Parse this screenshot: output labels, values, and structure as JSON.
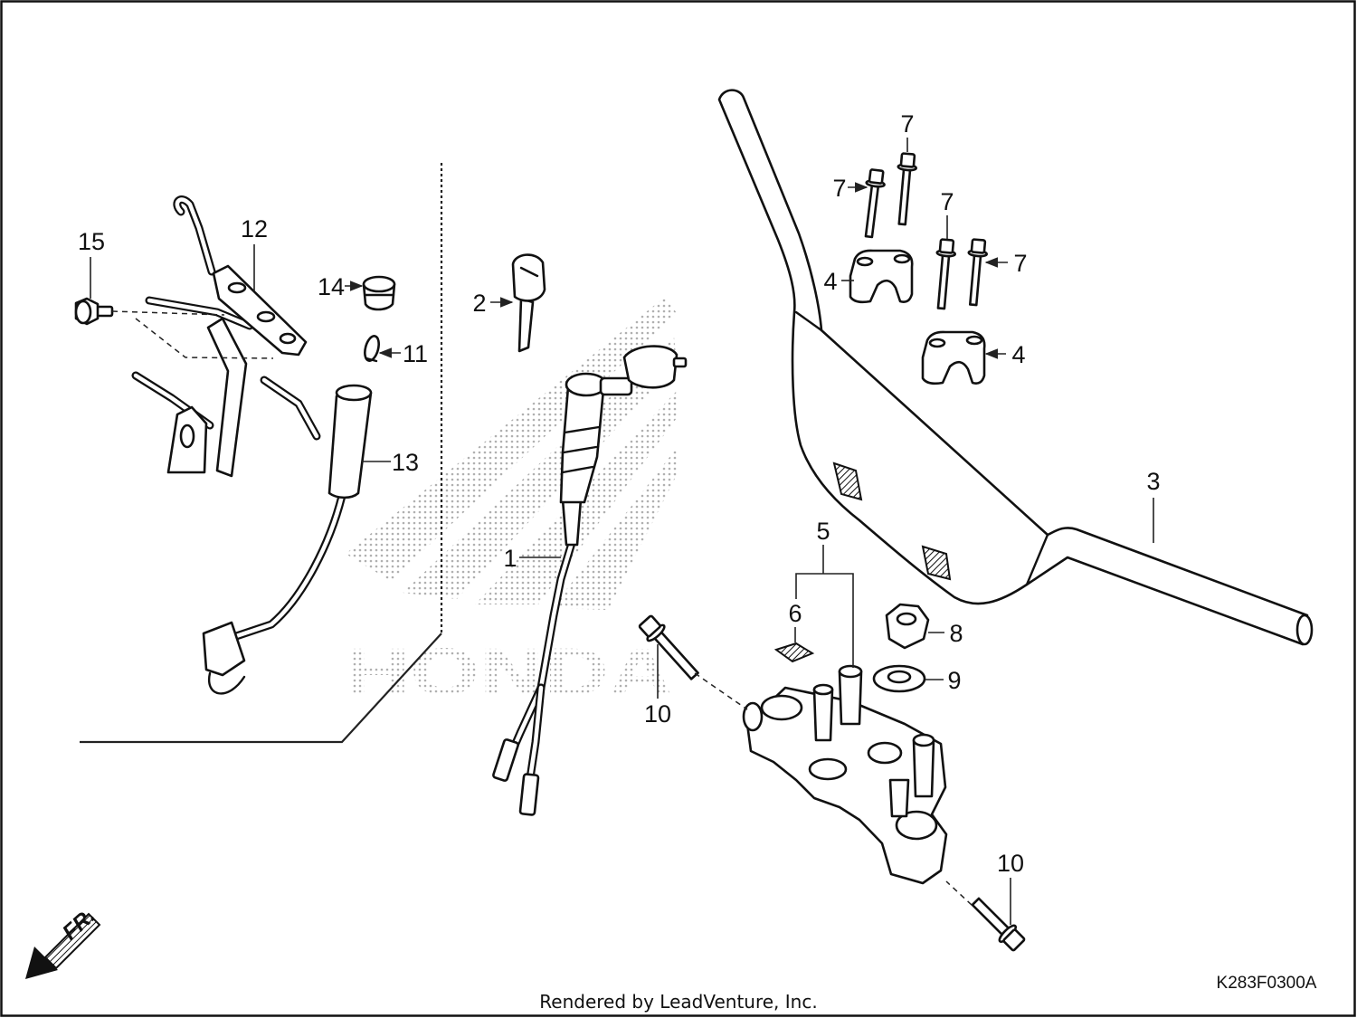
{
  "diagram": {
    "callouts": [
      "15",
      "12",
      "14",
      "11",
      "13",
      "2",
      "1",
      "10",
      "10",
      "3",
      "4",
      "4",
      "7",
      "7",
      "7",
      "7",
      "5",
      "6",
      "8",
      "9"
    ],
    "direction_label": "FR.",
    "drawing_code": "K283F0300A",
    "watermark": "HONDA",
    "footer": "Rendered by LeadVenture, Inc."
  }
}
